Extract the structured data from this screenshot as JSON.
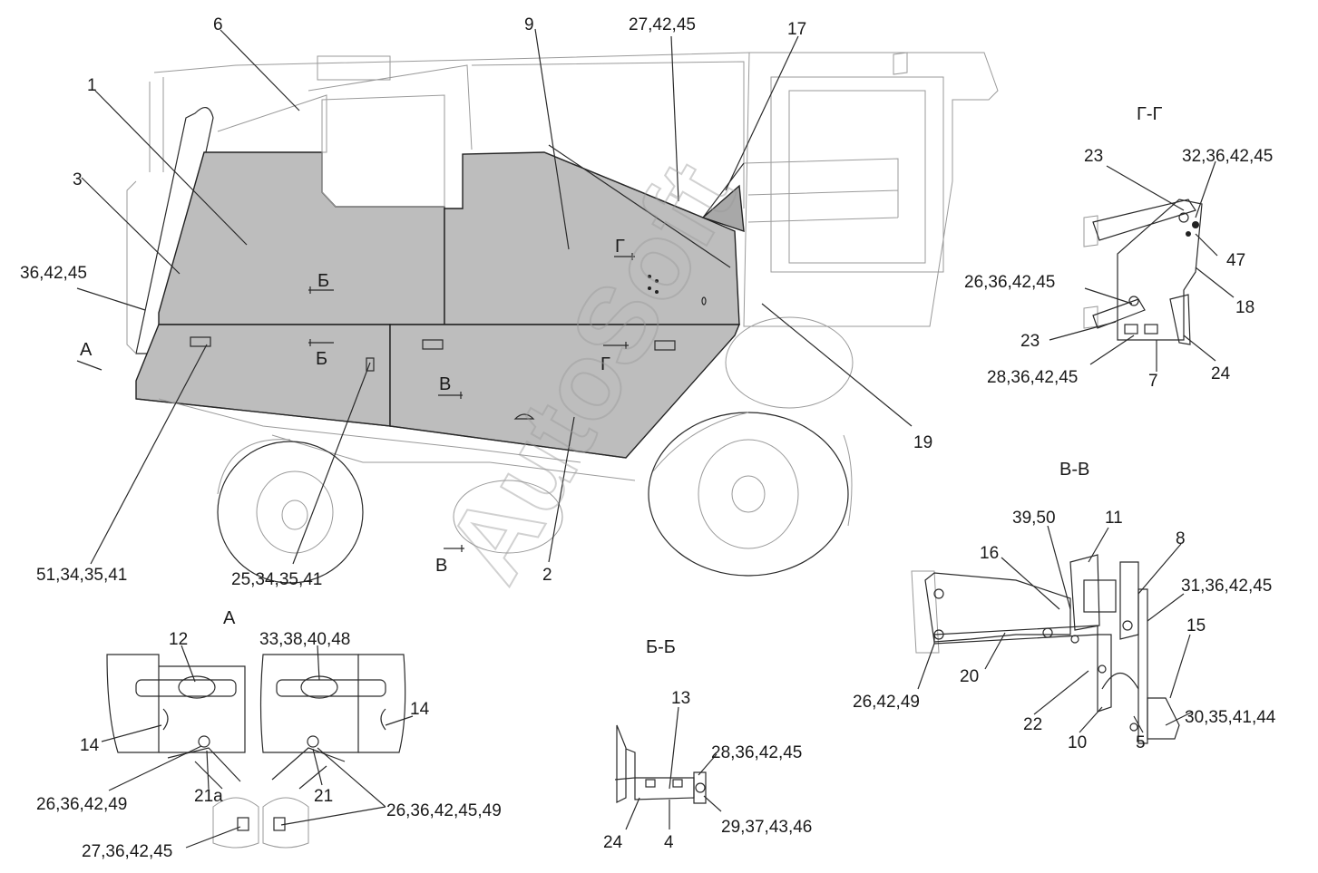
{
  "watermark": "AutoSoft",
  "main_view": {
    "labels": {
      "l1": "1",
      "l2": "2",
      "l3": "3",
      "l6": "6",
      "l9": "9",
      "l17": "17",
      "l19": "19",
      "l27_42_45": "27,42,45",
      "l36_42_45": "36,42,45",
      "l51_34_35_41": "51,34,35,41",
      "l25_34_35_41": "25,34,35,41"
    },
    "section_marks": {
      "a": "А",
      "b_top": "Б",
      "b_bottom": "Б",
      "v_top": "В",
      "v_bottom": "В",
      "g_top": "Г",
      "g_bottom": "Г"
    }
  },
  "view_gg": {
    "title": "Г-Г",
    "labels": {
      "l23_top": "23",
      "l32": "32,36,42,45",
      "l47": "47",
      "l26": "26,36,42,45",
      "l18": "18",
      "l23_bottom": "23",
      "l28": "28,36,42,45",
      "l7": "7",
      "l24": "24"
    }
  },
  "view_vv": {
    "title": "В-В",
    "labels": {
      "l39_50": "39,50",
      "l11": "11",
      "l16": "16",
      "l8": "8",
      "l31": "31,36,42,45",
      "l15": "15",
      "l20": "20",
      "l26_42_49": "26,42,49",
      "l22": "22",
      "l10": "10",
      "l5": "5",
      "l30": "30,35,41,44"
    }
  },
  "view_a": {
    "title": "А",
    "labels": {
      "l12": "12",
      "l33": "33,38,40,48",
      "l14_left": "14",
      "l14_right": "14",
      "l26_36_42_49": "26,36,42,49",
      "l21a": "21а",
      "l21": "21",
      "l26_36_42_45_49": "26,36,42,45,49",
      "l27_36_42_45": "27,36,42,45"
    }
  },
  "view_bb": {
    "title": "Б-Б",
    "labels": {
      "l13": "13",
      "l28": "28,36,42,45",
      "l29": "29,37,43,46",
      "l24": "24",
      "l4": "4"
    }
  }
}
